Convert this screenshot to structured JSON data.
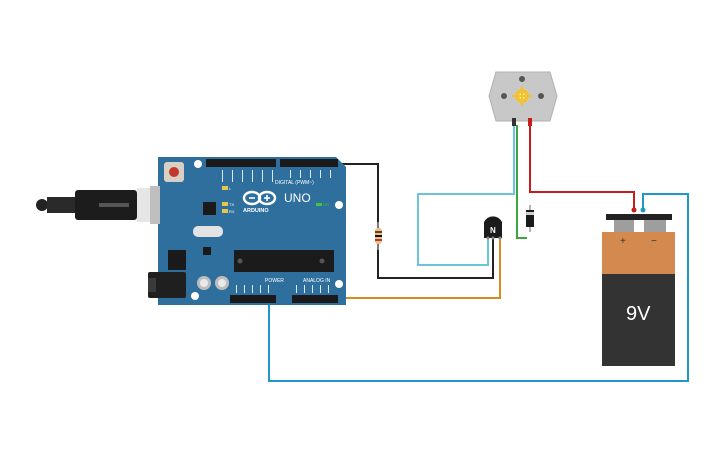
{
  "board": {
    "brand_label": "ARDUINO",
    "model_label": "UNO",
    "on_label": "ON",
    "digital_label": "DIGITAL (PWM~)",
    "power_label": "POWER",
    "analog_label": "ANALOG IN",
    "tx_label": "TX",
    "rx_label": "RX",
    "l_label": "L",
    "color": "#2f6f9e"
  },
  "battery": {
    "voltage_label": "9V",
    "plus_label": "+",
    "minus_label": "−",
    "top_color": "#d4894f",
    "body_color": "#333333"
  },
  "transistor": {
    "type_label": "N"
  },
  "wires": {
    "black": "#222222",
    "orange": "#d98a1f",
    "blue": "#1f97c8",
    "light_blue": "#6bc4d9",
    "green": "#3aa640",
    "red": "#c81d1d"
  }
}
